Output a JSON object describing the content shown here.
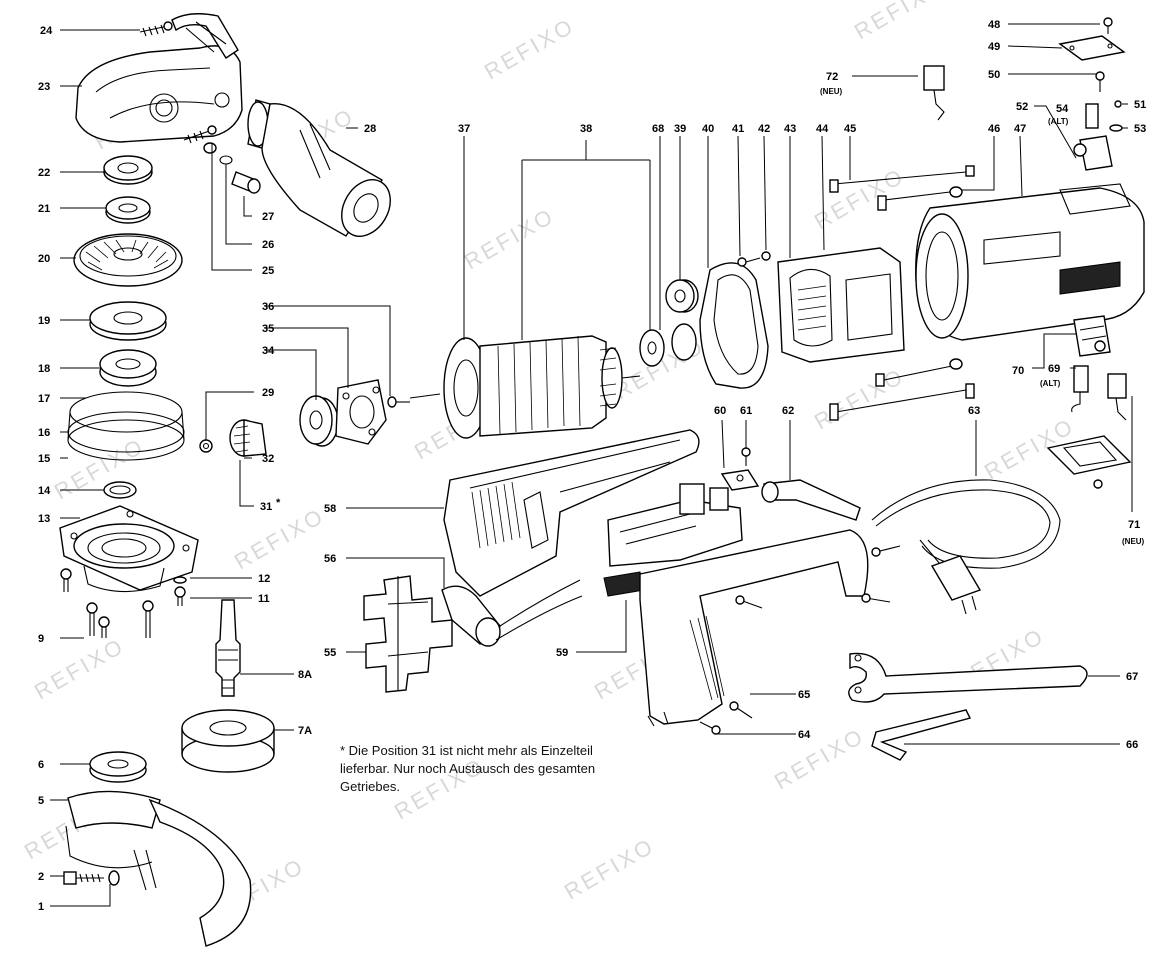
{
  "watermark": "REFIXO",
  "labels": {
    "l1": "1",
    "l2": "2",
    "l5": "5",
    "l6": "6",
    "l7a": "7A",
    "l8a": "8A",
    "l9": "9",
    "l11": "11",
    "l12": "12",
    "l13": "13",
    "l14": "14",
    "l15": "15",
    "l16": "16",
    "l17": "17",
    "l18": "18",
    "l19": "19",
    "l20": "20",
    "l21": "21",
    "l22": "22",
    "l23": "23",
    "l24": "24",
    "l25": "25",
    "l26": "26",
    "l27": "27",
    "l28": "28",
    "l29": "29",
    "l31": "31",
    "l31_mark": "*",
    "l32": "32",
    "l34": "34",
    "l35": "35",
    "l36": "36",
    "l37": "37",
    "l38": "38",
    "l39": "39",
    "l40": "40",
    "l41": "41",
    "l42": "42",
    "l43": "43",
    "l44": "44",
    "l45": "45",
    "l46": "46",
    "l47": "47",
    "l48": "48",
    "l49": "49",
    "l50": "50",
    "l51": "51",
    "l52": "52",
    "l53": "53",
    "l54": "54",
    "l55": "55",
    "l56": "56",
    "l58": "58",
    "l59": "59",
    "l60": "60",
    "l61": "61",
    "l62": "62",
    "l63": "63",
    "l64": "64",
    "l65": "65",
    "l66": "66",
    "l67": "67",
    "l68": "68",
    "l69": "69",
    "l70": "70",
    "l71": "71",
    "l72": "72"
  },
  "sublabels": {
    "neu72": "(NEU)",
    "alt54": "(ALT)",
    "alt69": "(ALT)",
    "neu71": "(NEU)"
  },
  "footnote": {
    "line1": "* Die Position 31 ist nicht mehr als Einzelteil",
    "line2": "lieferbar. Nur noch Austausch des gesamten",
    "line3": "Getriebes."
  }
}
